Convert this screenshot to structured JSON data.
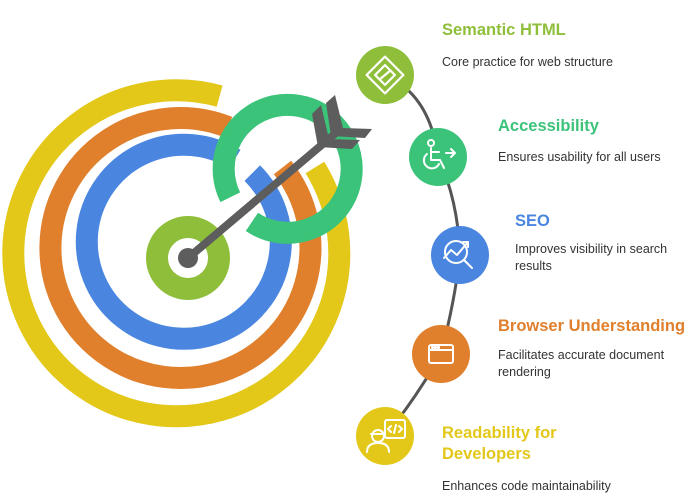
{
  "items": [
    {
      "title": "Semantic HTML",
      "description": "Core practice for web structure",
      "color": "#8fbf3a",
      "icon": "diamond-icon"
    },
    {
      "title": "Accessibility",
      "description": "Ensures usability for all users",
      "color": "#3cc37a",
      "icon": "wheelchair-icon"
    },
    {
      "title": "SEO",
      "description": "Improves visibility in search results",
      "color": "#4a86e0",
      "icon": "search-chart-icon"
    },
    {
      "title": "Browser Understanding",
      "description": "Facilitates accurate document rendering",
      "color": "#e07f2c",
      "icon": "browser-window-icon"
    },
    {
      "title": "Readability for Developers",
      "description": "Enhances code maintainability",
      "color": "#e3c81a",
      "icon": "developer-code-icon"
    }
  ],
  "target": {
    "ring_colors": [
      "#e3c81a",
      "#e07f2c",
      "#4a86e0",
      "#3cc37a",
      "#8fbf3a"
    ],
    "arrow_color": "#5d5d5d"
  }
}
